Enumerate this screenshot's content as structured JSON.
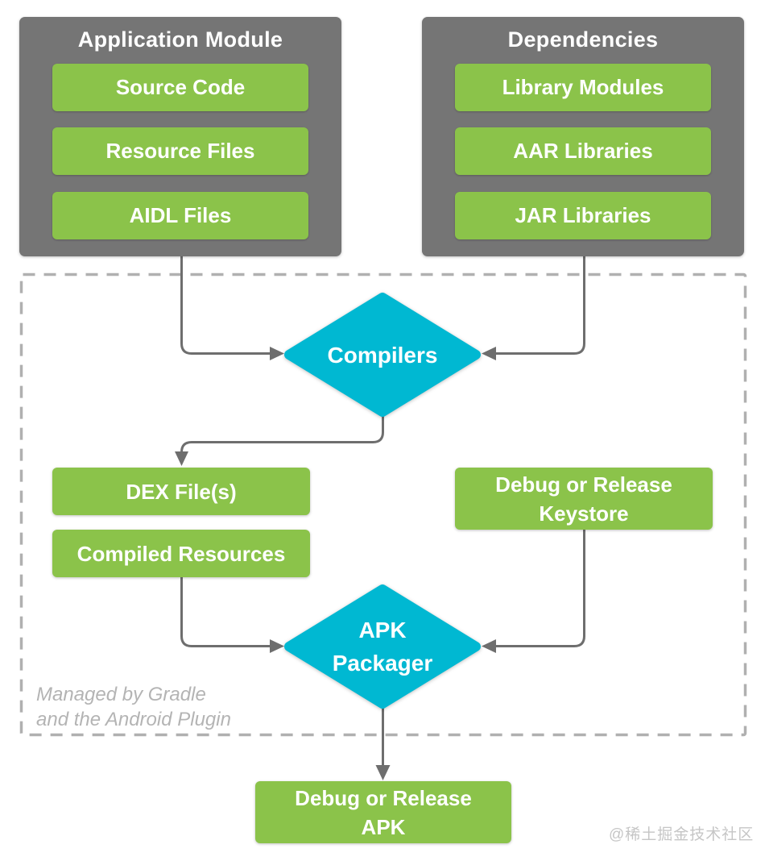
{
  "diagram": {
    "groups": [
      {
        "title": "Application Module",
        "items": [
          "Source Code",
          "Resource Files",
          "AIDL Files"
        ]
      },
      {
        "title": "Dependencies",
        "items": [
          "Library Modules",
          "AAR Libraries",
          "JAR Libraries"
        ]
      }
    ],
    "nodes": {
      "compilers": {
        "label": "Compilers"
      },
      "dex": {
        "label": "DEX File(s)"
      },
      "compiled_resources": {
        "label": "Compiled Resources"
      },
      "keystore": {
        "lines": [
          "Debug or Release",
          "Keystore"
        ]
      },
      "apk_packager": {
        "lines": [
          "APK",
          "Packager"
        ]
      },
      "apk": {
        "lines": [
          "Debug or Release",
          "APK"
        ]
      }
    },
    "caption": {
      "lines": [
        "Managed by Gradle",
        "and the Android Plugin"
      ]
    },
    "watermark": "@稀土掘金技术社区",
    "colors": {
      "group_bg": "#757575",
      "item_bg": "#8bc34a",
      "diamond_bg": "#00b8d2",
      "connector": "#6e6e6e",
      "dashed_border": "#b0b0b0",
      "caption_text": "#b4b4b4",
      "watermark_text": "#c6c6c6",
      "label_text": "#ffffff"
    }
  }
}
